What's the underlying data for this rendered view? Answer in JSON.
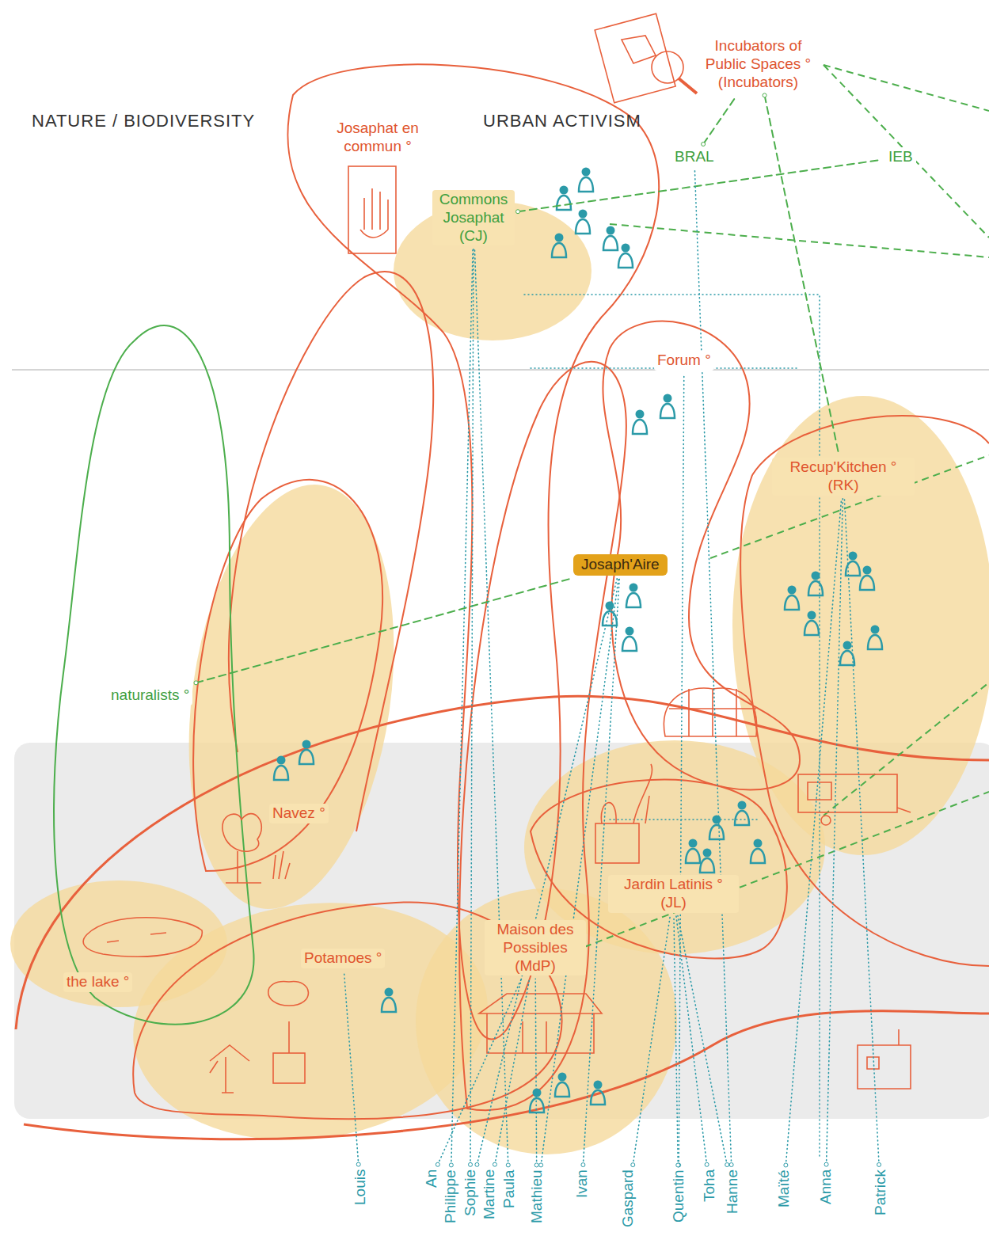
{
  "diagram": {
    "nodes": [
      {
        "text": [
          "Incubators of Public Spaces ° (Incubators)"
        ]
      },
      {
        "text": [
          "Josaphat en commun °"
        ]
      },
      {
        "text": [
          "Commons Josaphat (CJ)"
        ]
      },
      {
        "text": [
          "BRAL"
        ]
      },
      {
        "text": [
          "IEB"
        ]
      },
      {
        "text": [
          "Forum °"
        ]
      },
      {
        "text": [
          "Recup'Kitchen ° (RK)"
        ]
      },
      {
        "text": [
          "Josaph'Aire"
        ]
      },
      {
        "text": [
          "naturalists °"
        ]
      },
      {
        "text": [
          "Navez °"
        ]
      },
      {
        "text": [
          "the lake °"
        ]
      },
      {
        "text": [
          "Potamoes °"
        ]
      },
      {
        "text": [
          "Maison des Possibles (MdP)"
        ]
      },
      {
        "text": [
          "Jardin Latinis ° (JL)"
        ]
      },
      {
        "text": [
          "Louis"
        ]
      },
      {
        "text": [
          "An"
        ]
      },
      {
        "text": [
          "Philippe"
        ]
      },
      {
        "text": [
          "Sophie"
        ]
      },
      {
        "text": [
          "Martine"
        ]
      },
      {
        "text": [
          "Paula"
        ]
      },
      {
        "text": [
          "Mathieu"
        ]
      },
      {
        "text": [
          "Ivan"
        ]
      },
      {
        "text": [
          "Gaspard"
        ]
      },
      {
        "text": [
          "Quentin"
        ]
      },
      {
        "text": [
          "Toha"
        ]
      },
      {
        "text": [
          "Hanne"
        ]
      },
      {
        "text": [
          "Maïté"
        ]
      },
      {
        "text": [
          "Anna"
        ]
      },
      {
        "text": [
          "Patrick"
        ]
      }
    ],
    "edges": [
      {
        "from": 3,
        "to": 0,
        "arrow": "none"
      },
      {
        "from": 0,
        "to": 6,
        "arrow": "none"
      },
      {
        "from": 2,
        "to": 4,
        "arrow": "none"
      },
      {
        "from": 8,
        "to": 7,
        "arrow": "none"
      },
      {
        "from": 14,
        "to": 11,
        "arrow": "none"
      },
      {
        "from": 15,
        "to": 12,
        "arrow": "none"
      },
      {
        "from": 16,
        "to": 2,
        "arrow": "none"
      },
      {
        "from": 17,
        "to": 2,
        "arrow": "none"
      },
      {
        "from": 17,
        "to": 7,
        "arrow": "none"
      },
      {
        "from": 18,
        "to": 12,
        "arrow": "none"
      },
      {
        "from": 19,
        "to": 2,
        "arrow": "none"
      },
      {
        "from": 20,
        "to": 12,
        "arrow": "none"
      },
      {
        "from": 20,
        "to": 7,
        "arrow": "none"
      },
      {
        "from": 21,
        "to": 7,
        "arrow": "none"
      },
      {
        "from": 22,
        "to": 13,
        "arrow": "none"
      },
      {
        "from": 23,
        "to": 5,
        "arrow": "none"
      },
      {
        "from": 23,
        "to": 13,
        "arrow": "none"
      },
      {
        "from": 24,
        "to": 13,
        "arrow": "none"
      },
      {
        "from": 25,
        "to": 3,
        "arrow": "none"
      },
      {
        "from": 25,
        "to": 13,
        "arrow": "none"
      },
      {
        "from": 26,
        "to": 6,
        "arrow": "none"
      },
      {
        "from": 27,
        "to": 6,
        "arrow": "none"
      },
      {
        "from": 28,
        "to": 6,
        "arrow": "none"
      }
    ],
    "labels": [
      "NATURE / BIODIVERSITY",
      "URBAN ACTIVISM"
    ]
  }
}
